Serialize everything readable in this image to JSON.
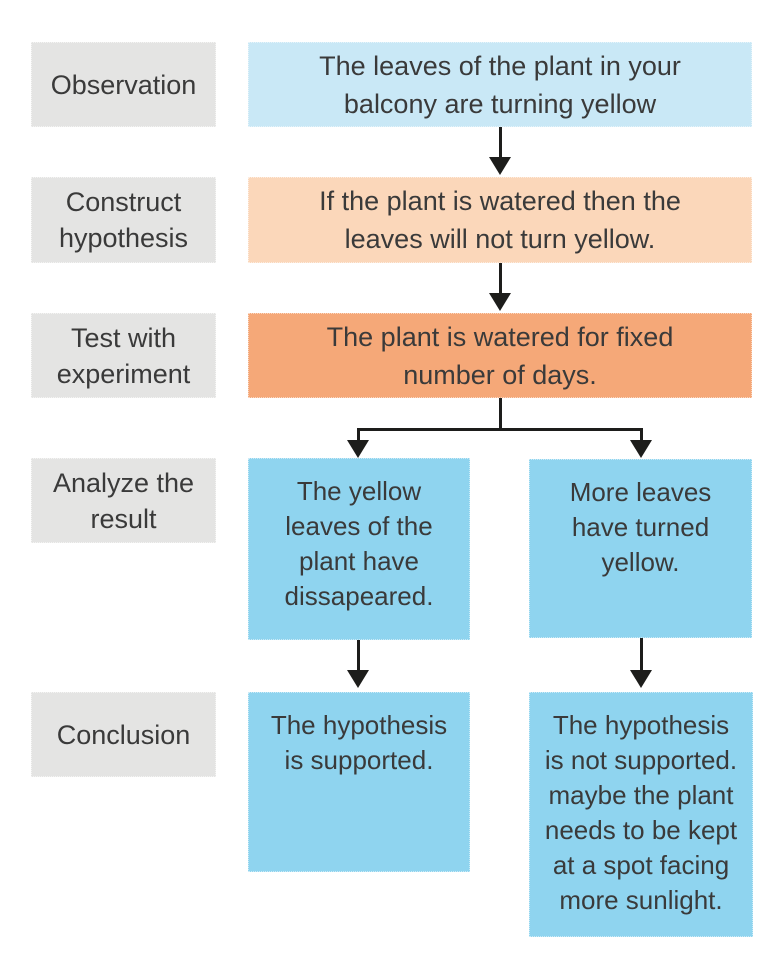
{
  "palette": {
    "background": "#ffffff",
    "stage_label_bg": "#e4e4e3",
    "observation_box_bg": "#c9e8f6",
    "hypothesis_box_bg": "#fbd7ba",
    "experiment_box_bg": "#f5a878",
    "result_conclusion_box_bg": "#8fd4ef",
    "text": "#3a3a3a",
    "arrow": "#1d1d1b"
  },
  "stages": [
    {
      "id": "observation",
      "label": [
        "Observation"
      ]
    },
    {
      "id": "construct-hypothesis",
      "label": [
        "Construct",
        "hypothesis"
      ]
    },
    {
      "id": "test-with-experiment",
      "label": [
        "Test with",
        "experiment"
      ]
    },
    {
      "id": "analyze-the-result",
      "label": [
        "Analyze the",
        "result"
      ]
    },
    {
      "id": "conclusion",
      "label": [
        "Conclusion"
      ]
    }
  ],
  "boxes": {
    "observation": {
      "lines": [
        "The leaves of the plant in your",
        "balcony are turning yellow"
      ]
    },
    "hypothesis": {
      "lines": [
        "If the plant is watered then the",
        "leaves will not turn yellow."
      ]
    },
    "experiment": {
      "lines": [
        "The plant is watered for fixed",
        "number of days."
      ]
    },
    "result_left": {
      "lines": [
        "The yellow",
        "leaves of the",
        "plant have",
        "dissapeared."
      ]
    },
    "result_right": {
      "lines": [
        "More leaves",
        "have turned",
        "yellow."
      ]
    },
    "conclusion_left": {
      "lines": [
        "The hypothesis",
        "is supported."
      ]
    },
    "conclusion_right": {
      "lines": [
        "The hypothesis",
        "is not supported.",
        "maybe the plant",
        "needs to be kept",
        "at a spot facing",
        "more sunlight."
      ]
    }
  }
}
